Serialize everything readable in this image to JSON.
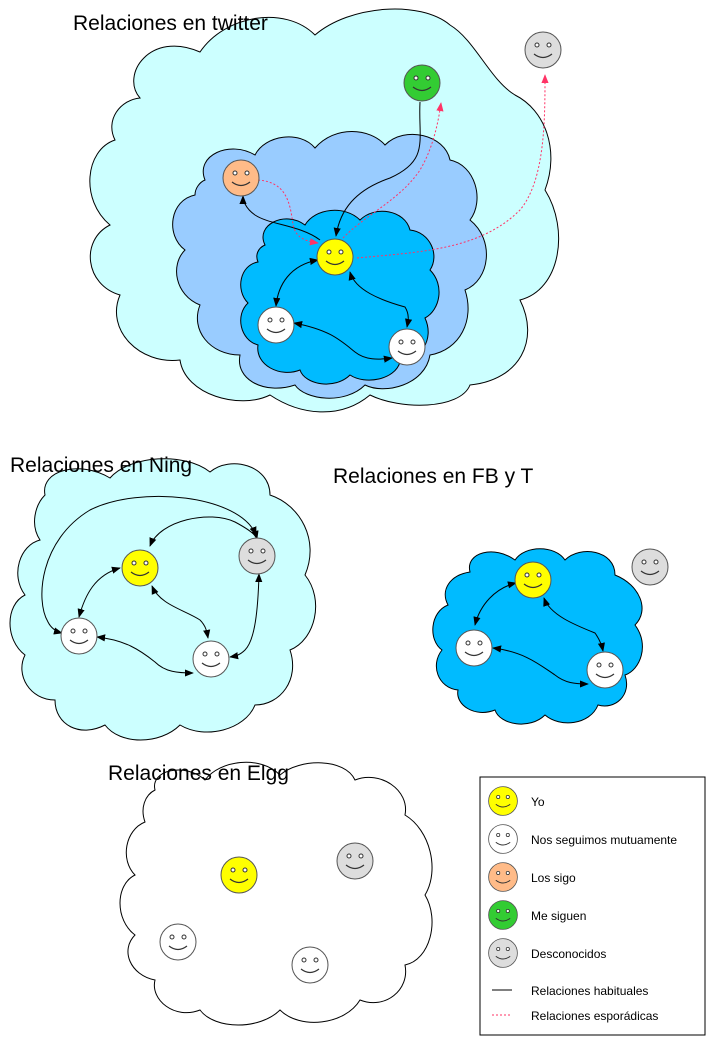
{
  "sections": {
    "twitter": {
      "title": "Relaciones en twitter"
    },
    "ning": {
      "title": "Relaciones en Ning"
    },
    "fbt": {
      "title": "Relaciones en FB y T"
    },
    "elgg": {
      "title": "Relaciones en Elgg"
    }
  },
  "legend": {
    "items": [
      {
        "label": "Yo",
        "color": "#ffff00"
      },
      {
        "label": "Nos seguimos mutuamente",
        "color": "#ffffff"
      },
      {
        "label": "Los sigo",
        "color": "#ffbb88"
      },
      {
        "label": "Me siguen",
        "color": "#33cc33"
      },
      {
        "label": "Desconocidos",
        "color": "#dddddd"
      },
      {
        "label": "Relaciones habituales",
        "color": "#000000"
      },
      {
        "label": "Relaciones esporádicas",
        "color": "#ff3366"
      }
    ]
  },
  "colors": {
    "cloud_light": "#ccffff",
    "cloud_medium": "#99ccff",
    "cloud_dark": "#00bbff",
    "cloud_white": "#ffffff",
    "face_yo": "#ffff00",
    "face_mutual": "#ffffff",
    "face_los_sigo": "#ffbb88",
    "face_me_siguen": "#33cc33",
    "face_desconocido": "#dddddd",
    "line_habitual": "#000000",
    "line_esporadica": "#ff3366"
  }
}
